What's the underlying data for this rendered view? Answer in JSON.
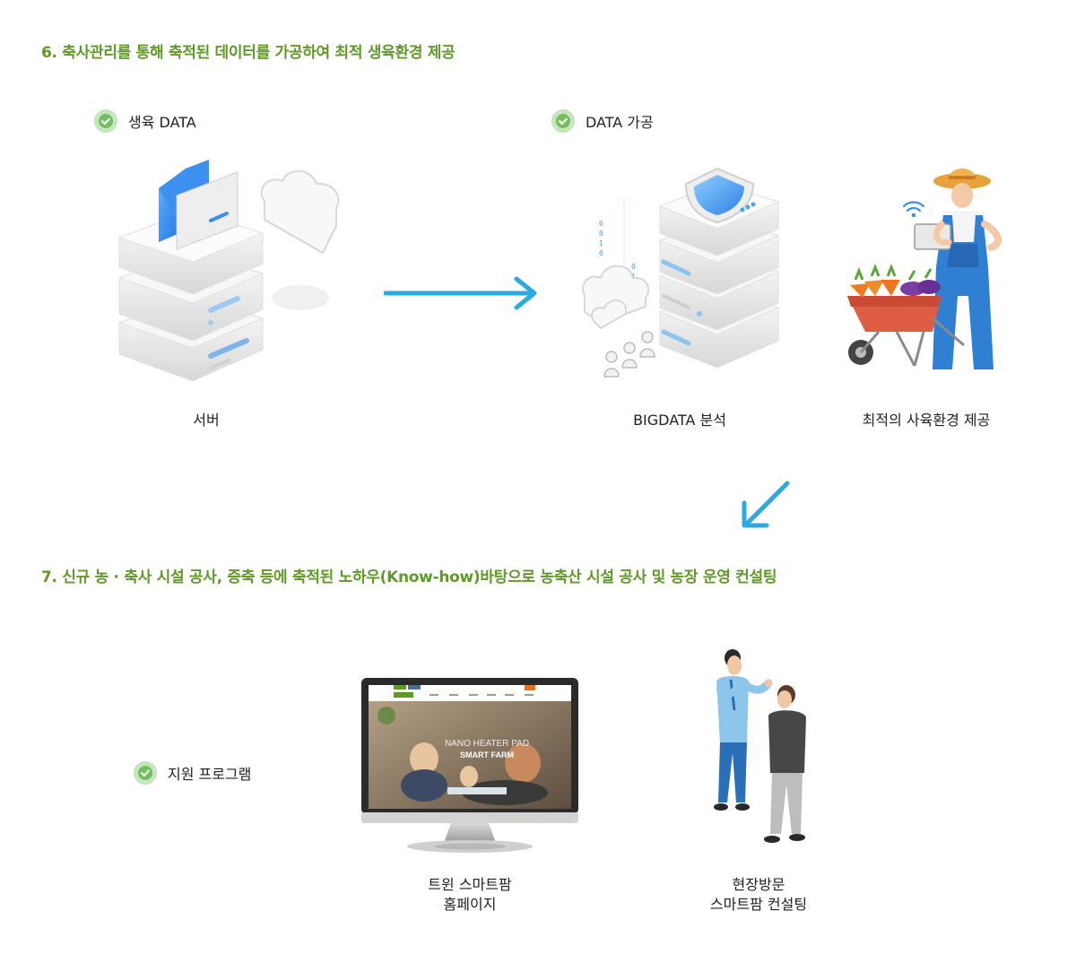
{
  "section6": {
    "heading": "6. 축사관리를 통해 축적된 데이터를 가공하여 최적 생육환경 제공",
    "checks": [
      "생육 DATA",
      "DATA 가공"
    ],
    "captions": {
      "server": "서버",
      "bigdata": "BIGDATA 분석",
      "optimal": "최적의 사육환경 제공"
    }
  },
  "section7": {
    "heading": "7. 신규 농 · 축사 시설 공사, 증축 등에 축적된 노하우(Know-how)바탕으로 농축산 시설 공사 및 농장 운영 컨설팅",
    "check": "지원 프로그램",
    "homepage_caption": [
      "트윈 스마트팜",
      "홈페이지"
    ],
    "visit_caption": [
      "현장방문",
      "스마트팜 컨설팅"
    ],
    "monitor_text": [
      "NANO HEATER PAD",
      "SMART FARM"
    ]
  },
  "colors": {
    "accent_green": "#5f9a26",
    "check_bg": "#bfe1b8",
    "arrow_blue": "#29abe2"
  }
}
